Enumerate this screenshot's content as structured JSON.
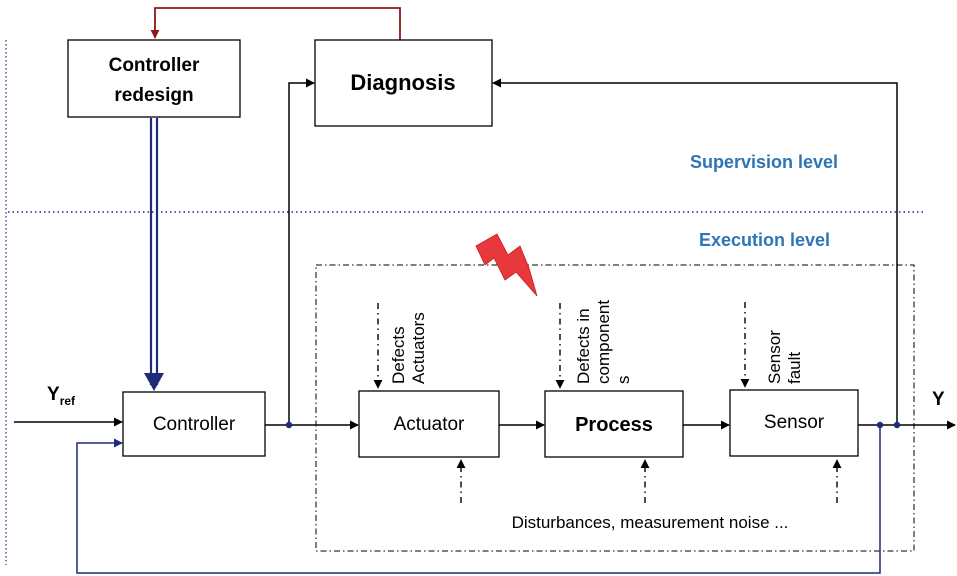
{
  "blocks": {
    "controller_redesign": [
      "Controller",
      "redesign"
    ],
    "diagnosis": "Diagnosis",
    "controller": "Controller",
    "actuator": "Actuator",
    "process": "Process",
    "sensor": "Sensor"
  },
  "levels": {
    "supervision": "Supervision level",
    "execution": "Execution level"
  },
  "signals": {
    "reference_main": "Y",
    "reference_sub": "ref",
    "output": "Y"
  },
  "faults": {
    "actuators": [
      "Defects",
      "Actuators"
    ],
    "components": [
      "Defects in",
      "component",
      "s"
    ],
    "sensor": [
      "Sensor",
      "fault"
    ]
  },
  "disturbances": "Disturbances, measurement noise ...",
  "colors": {
    "level_label": "#2e75b6",
    "redesign_feedback": "#8b1a1a",
    "controller_feedback": "#1f2a7a",
    "fault_symbol": "#e8383b"
  },
  "icons": {
    "fault_symbol": "lightning-bolt-icon"
  }
}
